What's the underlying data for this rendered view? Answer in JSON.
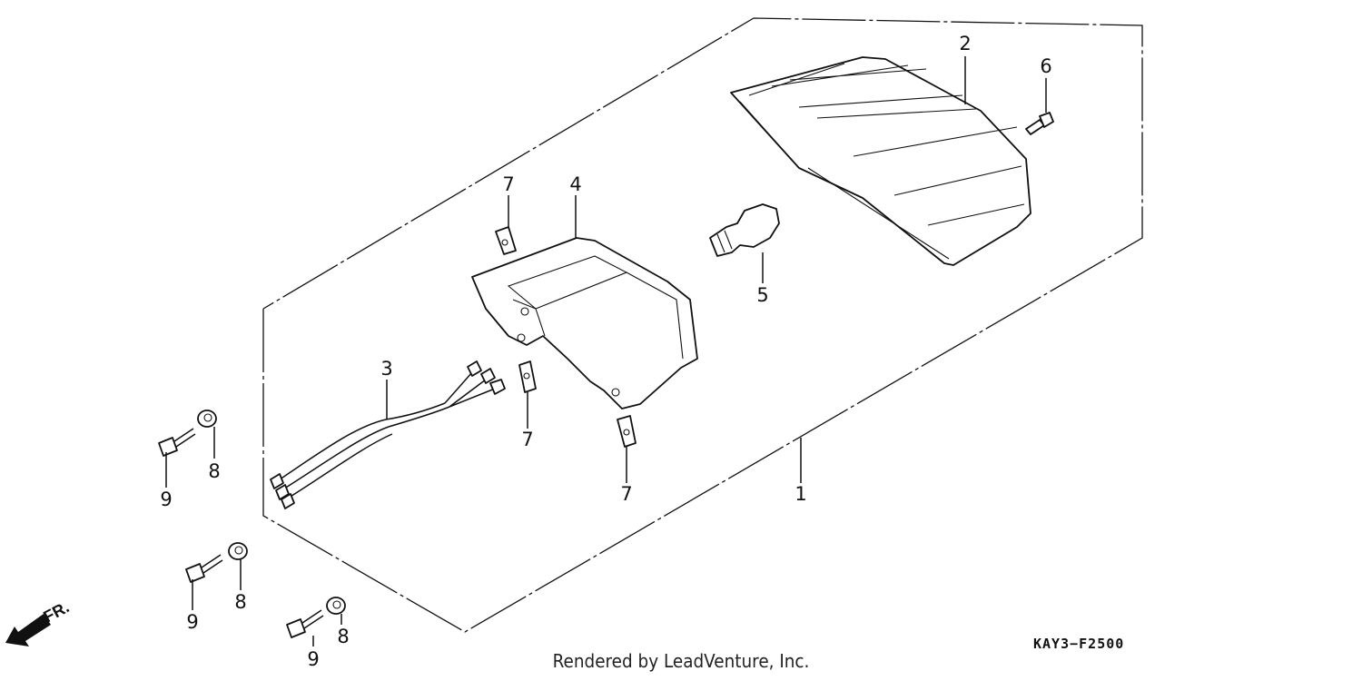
{
  "diagram": {
    "callouts": {
      "c1": "1",
      "c2": "2",
      "c3": "3",
      "c4": "4",
      "c5": "5",
      "c6": "6",
      "c7a": "7",
      "c7b": "7",
      "c7c": "7",
      "c8a": "8",
      "c8b": "8",
      "c8c": "8",
      "c9a": "9",
      "c9b": "9",
      "c9c": "9"
    },
    "diagram_code": "KAY3−F2500",
    "direction_label": "FR."
  },
  "footer": {
    "credit": "Rendered by LeadVenture, Inc."
  }
}
